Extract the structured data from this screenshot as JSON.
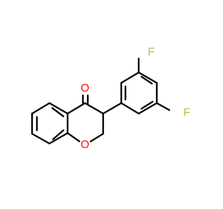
{
  "molecule": {
    "atoms": {
      "oxygen_ketone": "O",
      "oxygen_ring": "O",
      "fluorine_top": "F",
      "fluorine_bottom": "F"
    },
    "colors": {
      "bond": "#000000",
      "oxygen": "#ff0d0d",
      "fluorine": "#94d045",
      "background": "#ffffff"
    }
  }
}
